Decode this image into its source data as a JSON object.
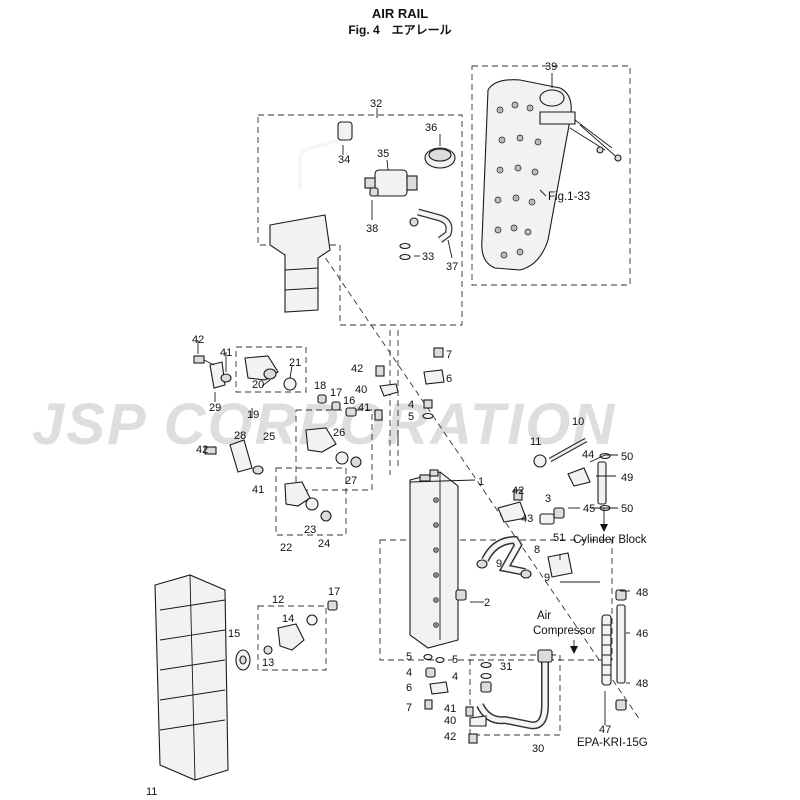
{
  "header": {
    "title": "AIR RAIL",
    "subtitle": "Fig. 4　エアレール"
  },
  "watermark": "JSP CORPORATION",
  "page_number": "11",
  "parts": {
    "p1": "1",
    "p2": "2",
    "p3": "3",
    "p4": "4",
    "p5": "5",
    "p6": "6",
    "p7": "7",
    "p8": "8",
    "p9": "9",
    "p10": "10",
    "p11": "11",
    "p12": "12",
    "p13": "13",
    "p14": "14",
    "p15": "15",
    "p16": "16",
    "p17": "17",
    "p18": "18",
    "p19": "19",
    "p20": "20",
    "p21": "21",
    "p22": "22",
    "p23": "23",
    "p24": "24",
    "p25": "25",
    "p26": "26",
    "p27": "27",
    "p28": "28",
    "p29": "29",
    "p30": "30",
    "p31": "31",
    "p32": "32",
    "p33": "33",
    "p34": "34",
    "p35": "35",
    "p36": "36",
    "p37": "37",
    "p38": "38",
    "p39": "39",
    "p40": "40",
    "p41": "41",
    "p42": "42",
    "p43": "43",
    "p44": "44",
    "p45": "45",
    "p46": "46",
    "p47": "47",
    "p48": "48",
    "p49": "49",
    "p50": "50",
    "p51": "51"
  },
  "references": {
    "fig_ref": "Fig.1-33",
    "cylinder_block": "Cylinder Block",
    "air_compressor_line1": "Air",
    "air_compressor_line2": "Compressor",
    "kit_code": "EPA-KRI-15G"
  }
}
